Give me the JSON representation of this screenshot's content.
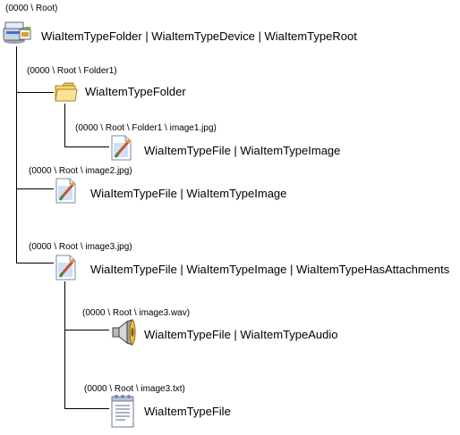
{
  "tree": {
    "root": {
      "path": "(0000 \\ Root)",
      "types": "WiaItemTypeFolder | WiaItemTypeDevice | WiaItemTypeRoot",
      "icon": "scanner-device-icon"
    },
    "folder1": {
      "path": "(0000 \\ Root \\ Folder1)",
      "types": "WiaItemTypeFolder",
      "icon": "folder-icon"
    },
    "image1": {
      "path": "(0000 \\ Root \\ Folder1 \\ image1.jpg)",
      "types": "WiaItemTypeFile | WiaItemTypeImage",
      "icon": "image-file-icon"
    },
    "image2": {
      "path": "(0000 \\ Root \\ image2.jpg)",
      "types": "WiaItemTypeFile | WiaItemTypeImage",
      "icon": "image-file-icon"
    },
    "image3": {
      "path": "(0000 \\ Root \\ image3.jpg)",
      "types": "WiaItemTypeFile | WiaItemTypeImage | WiaItemTypeHasAttachments",
      "icon": "image-file-icon"
    },
    "audio3": {
      "path": "(0000 \\ Root \\ image3.wav)",
      "types": "WiaItemTypeFile | WiaItemTypeAudio",
      "icon": "speaker-audio-icon"
    },
    "text3": {
      "path": "(0000 \\ Root \\ image3.txt)",
      "types": "WiaItemTypeFile",
      "icon": "text-file-icon"
    }
  }
}
